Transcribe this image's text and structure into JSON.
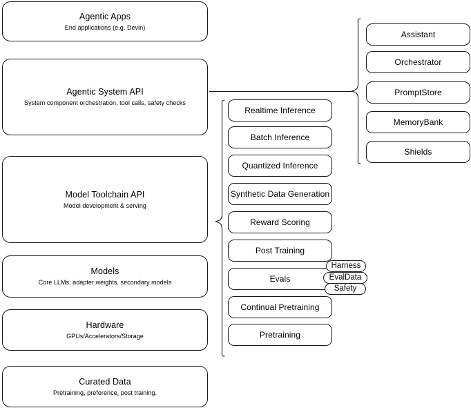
{
  "diagram": {
    "title": "AI Stack Layers Architecture Diagram",
    "stroke_color": "#1a1a1a",
    "background_color": "#ffffff"
  },
  "left_stack": {
    "name": "stack-layers",
    "items": [
      {
        "id": "agentic-apps",
        "title": "Agentic Apps",
        "subtitle": "End applications (e.g. Devin)"
      },
      {
        "id": "agentic-system-api",
        "title": "Agentic System API",
        "subtitle": "System component orchestration, tool calls, safety checks"
      },
      {
        "id": "model-toolchain-api",
        "title": "Model Toolchain API",
        "subtitle": "Model development & serving"
      },
      {
        "id": "models",
        "title": "Models",
        "subtitle": "Core LLMs, adapter weights, secondary models"
      },
      {
        "id": "hardware",
        "title": "Hardware",
        "subtitle": "GPUs/Accelerators/Storage"
      },
      {
        "id": "curated-data",
        "title": "Curated Data",
        "subtitle": "Pretraining, preference, post training."
      }
    ]
  },
  "toolchain_column": {
    "name": "model-toolchain-capabilities",
    "items": [
      {
        "id": "realtime-inference",
        "label": "Realtime Inference"
      },
      {
        "id": "batch-inference",
        "label": "Batch Inference"
      },
      {
        "id": "quantized-inference",
        "label": "Quantized Inference"
      },
      {
        "id": "synthetic-data-generation",
        "label": "Synthetic Data Generation"
      },
      {
        "id": "reward-scoring",
        "label": "Reward Scoring"
      },
      {
        "id": "post-training",
        "label": "Post Training"
      },
      {
        "id": "evals",
        "label": "Evals"
      },
      {
        "id": "continual-pretraining",
        "label": "Continual Pretraining"
      },
      {
        "id": "pretraining",
        "label": "Pretraining"
      }
    ]
  },
  "evals_badges": {
    "name": "evals-subcomponents",
    "items": [
      {
        "id": "harness",
        "label": "Harness"
      },
      {
        "id": "evaldata",
        "label": "EvalData"
      },
      {
        "id": "safety",
        "label": "Safety"
      }
    ]
  },
  "system_column": {
    "name": "agentic-system-components",
    "items": [
      {
        "id": "assistant",
        "label": "Assistant"
      },
      {
        "id": "orchestrator",
        "label": "Orchestrator"
      },
      {
        "id": "promptstore",
        "label": "PromptStore"
      },
      {
        "id": "memorybank",
        "label": "MemoryBank"
      },
      {
        "id": "shields",
        "label": "Shields"
      }
    ]
  }
}
